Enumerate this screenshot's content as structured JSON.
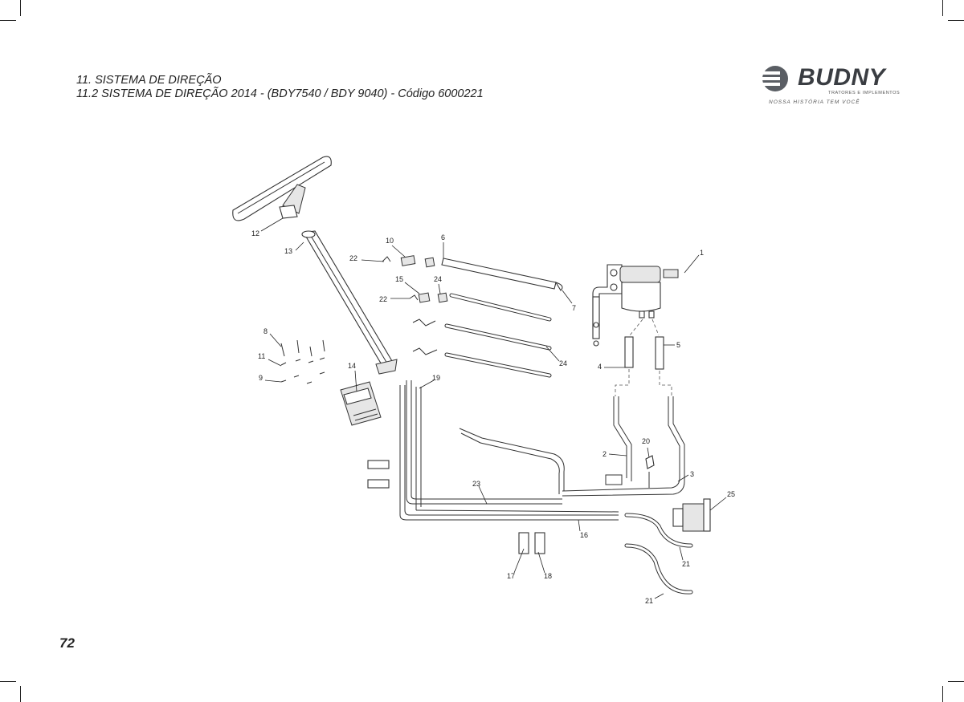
{
  "header": {
    "section_title": "11. SISTEMA DE DIREÇÃO",
    "subsection_title": "11.2 SISTEMA DE DIREÇÃO 2014 - (BDY7540 / BDY 9040) - Código 6000221"
  },
  "logo": {
    "brand": "BUDNY",
    "subtitle": "TRATORES E IMPLEMENTOS",
    "tagline": "NOSSA HISTÓRIA TEM VOCÊ"
  },
  "page_number": "72",
  "callouts": {
    "c1": "1",
    "c2": "2",
    "c3": "3",
    "c4": "4",
    "c5": "5",
    "c6": "6",
    "c7": "7",
    "c8": "8",
    "c9": "9",
    "c10": "10",
    "c11": "11",
    "c12": "12",
    "c13": "13",
    "c14": "14",
    "c15": "15",
    "c16": "16",
    "c17": "17",
    "c18": "18",
    "c19": "19",
    "c20": "20",
    "c21a": "21",
    "c21b": "21",
    "c22a": "22",
    "c22b": "22",
    "c23": "23",
    "c24a": "24",
    "c24b": "24",
    "c25": "25"
  }
}
